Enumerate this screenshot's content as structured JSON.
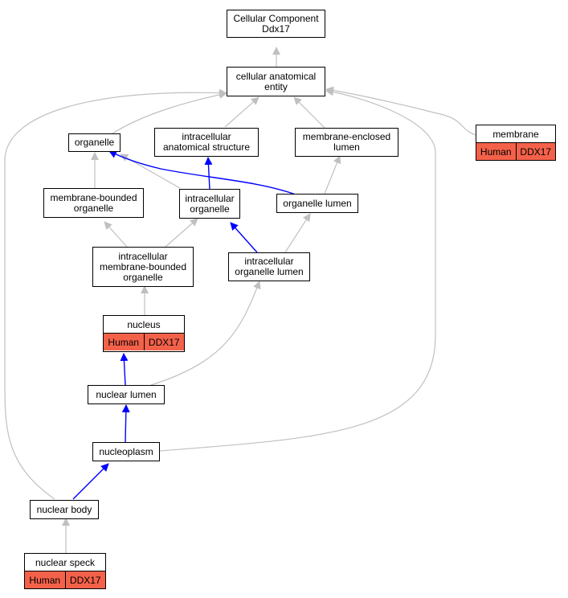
{
  "nodes": {
    "root": "Cellular Component\nDdx17",
    "cae": "cellular anatomical\nentity",
    "organelle": "organelle",
    "ias": "intracellular\nanatomical structure",
    "mel": "membrane-enclosed\nlumen",
    "mbo": "membrane-bounded\norganelle",
    "io": "intracellular\norganelle",
    "ol": "organelle lumen",
    "imbo": "intracellular\nmembrane-bounded\norganelle",
    "iol": "intracellular\norganelle lumen",
    "nlumen": "nuclear lumen",
    "nucleoplasm": "nucleoplasm",
    "nbody": "nuclear body"
  },
  "annotated": {
    "membrane": {
      "title": "membrane",
      "species": "Human",
      "gene": "DDX17"
    },
    "nucleus": {
      "title": "nucleus",
      "species": "Human",
      "gene": "DDX17"
    },
    "speck": {
      "title": "nuclear speck",
      "species": "Human",
      "gene": "DDX17"
    }
  },
  "colors": {
    "edge_gray": "#c0c0c0",
    "edge_blue": "#0000ff",
    "annotation_fill": "#f4614a"
  }
}
